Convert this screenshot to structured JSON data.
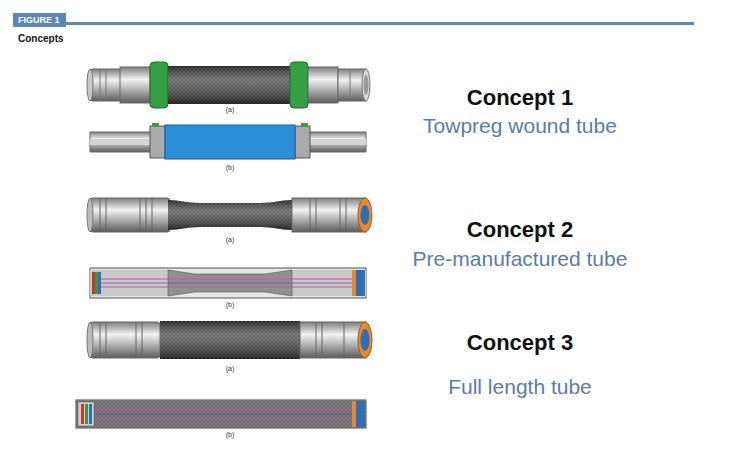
{
  "diagram": {
    "title": "Concepts",
    "nodes": [
      {
        "text": [
          "FIGURE 1"
        ]
      }
    ],
    "labels": [
      "(a)",
      "(b)",
      "Concept 1",
      "Towpreg wound tube",
      "(a)",
      "(b)",
      "Concept 2",
      "Pre-manufactured tube",
      "(a)",
      "(b)",
      "Concept 3",
      "Full length tube"
    ]
  }
}
